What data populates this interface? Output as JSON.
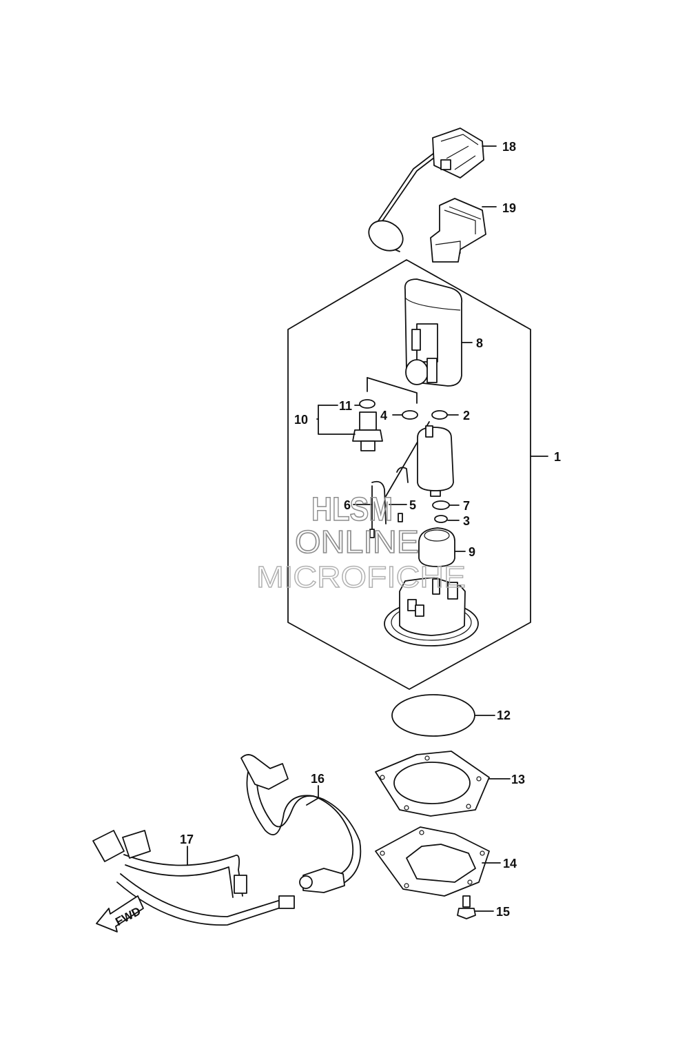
{
  "diagram": {
    "callouts": [
      {
        "id": "c1",
        "text": "1"
      },
      {
        "id": "c2",
        "text": "2"
      },
      {
        "id": "c3",
        "text": "3"
      },
      {
        "id": "c4",
        "text": "4"
      },
      {
        "id": "c5",
        "text": "5"
      },
      {
        "id": "c6",
        "text": "6"
      },
      {
        "id": "c7",
        "text": "7"
      },
      {
        "id": "c8",
        "text": "8"
      },
      {
        "id": "c9",
        "text": "9"
      },
      {
        "id": "c10",
        "text": "10"
      },
      {
        "id": "c11",
        "text": "11"
      },
      {
        "id": "c12",
        "text": "12"
      },
      {
        "id": "c13",
        "text": "13"
      },
      {
        "id": "c14",
        "text": "14"
      },
      {
        "id": "c15",
        "text": "15"
      },
      {
        "id": "c16",
        "text": "16"
      },
      {
        "id": "c17",
        "text": "17"
      },
      {
        "id": "c18",
        "text": "18"
      },
      {
        "id": "c19",
        "text": "19"
      }
    ],
    "watermark": {
      "line1": "HLSM",
      "line2": "ONLINE",
      "line3": "MICROFICHE"
    },
    "fwd_label": "FWD"
  }
}
